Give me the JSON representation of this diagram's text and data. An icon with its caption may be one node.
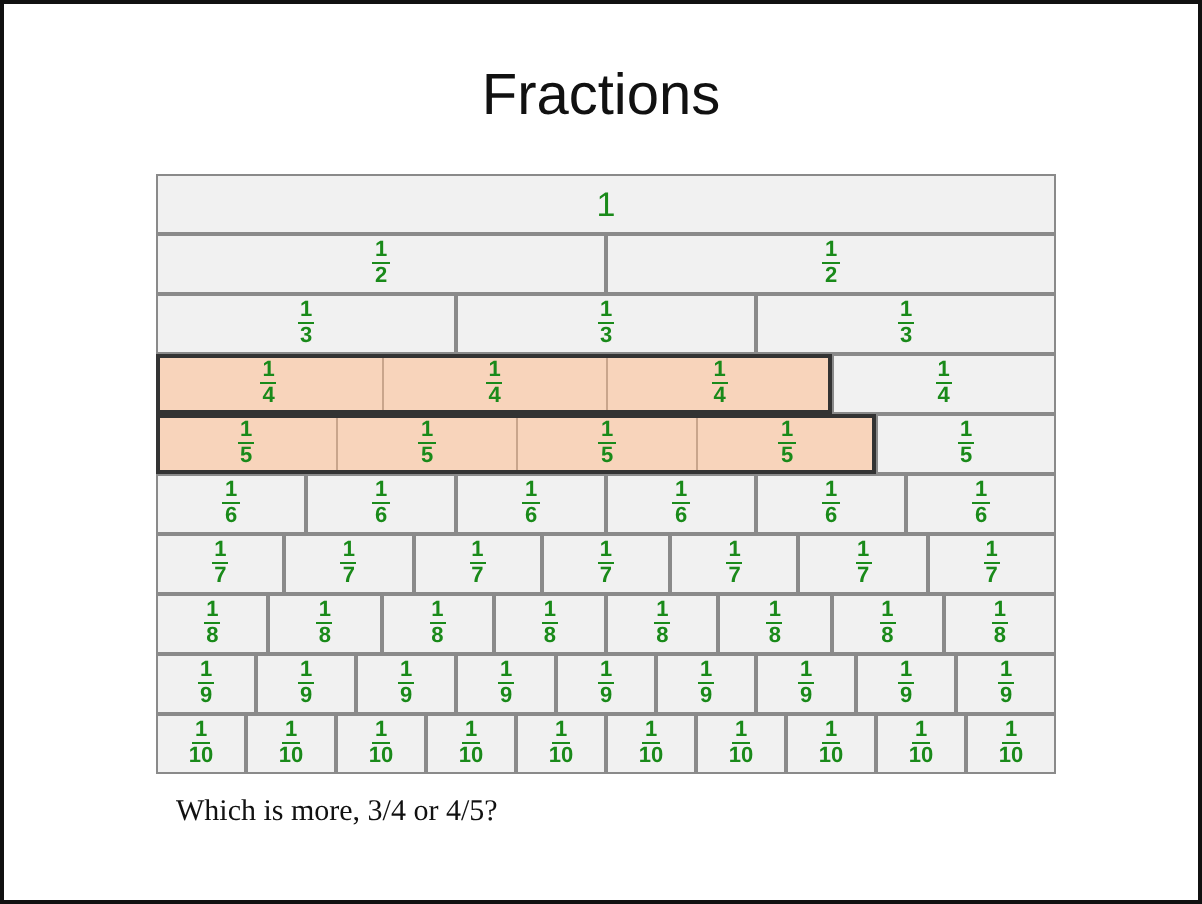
{
  "diagram": {
    "title": "Fractions",
    "nodes": [
      {
        "text": [
          "1"
        ]
      },
      {
        "text": [
          "1",
          "2"
        ]
      },
      {
        "text": [
          "1",
          "2"
        ]
      },
      {
        "text": [
          "1",
          "3"
        ]
      },
      {
        "text": [
          "1",
          "3"
        ]
      },
      {
        "text": [
          "1",
          "3"
        ]
      },
      {
        "text": [],
        "shape": "box"
      },
      {
        "text": [
          "1",
          "4"
        ],
        "in": 6
      },
      {
        "text": [
          "1",
          "4"
        ],
        "in": 6
      },
      {
        "text": [
          "1",
          "4"
        ],
        "in": 6
      },
      {
        "text": [
          "1",
          "4"
        ]
      },
      {
        "text": [],
        "shape": "box"
      },
      {
        "text": [
          "1",
          "5"
        ],
        "in": 11
      },
      {
        "text": [
          "1",
          "5"
        ],
        "in": 11
      },
      {
        "text": [
          "1",
          "5"
        ],
        "in": 11
      },
      {
        "text": [
          "1",
          "5"
        ],
        "in": 11
      },
      {
        "text": [
          "1",
          "5"
        ]
      },
      {
        "text": [
          "1",
          "6"
        ]
      },
      {
        "text": [
          "1",
          "6"
        ]
      },
      {
        "text": [
          "1",
          "6"
        ]
      },
      {
        "text": [
          "1",
          "6"
        ]
      },
      {
        "text": [
          "1",
          "6"
        ]
      },
      {
        "text": [
          "1",
          "6"
        ]
      },
      {
        "text": [
          "1",
          "7"
        ]
      },
      {
        "text": [
          "1",
          "7"
        ]
      },
      {
        "text": [
          "1",
          "7"
        ]
      },
      {
        "text": [
          "1",
          "7"
        ]
      },
      {
        "text": [
          "1",
          "7"
        ]
      },
      {
        "text": [
          "1",
          "7"
        ]
      },
      {
        "text": [
          "1",
          "7"
        ]
      },
      {
        "text": [
          "1",
          "8"
        ]
      },
      {
        "text": [
          "1",
          "8"
        ]
      },
      {
        "text": [
          "1",
          "8"
        ]
      },
      {
        "text": [
          "1",
          "8"
        ]
      },
      {
        "text": [
          "1",
          "8"
        ]
      },
      {
        "text": [
          "1",
          "8"
        ]
      },
      {
        "text": [
          "1",
          "8"
        ]
      },
      {
        "text": [
          "1",
          "8"
        ]
      },
      {
        "text": [
          "1",
          "9"
        ]
      },
      {
        "text": [
          "1",
          "9"
        ]
      },
      {
        "text": [
          "1",
          "9"
        ]
      },
      {
        "text": [
          "1",
          "9"
        ]
      },
      {
        "text": [
          "1",
          "9"
        ]
      },
      {
        "text": [
          "1",
          "9"
        ]
      },
      {
        "text": [
          "1",
          "9"
        ]
      },
      {
        "text": [
          "1",
          "9"
        ]
      },
      {
        "text": [
          "1",
          "9"
        ]
      },
      {
        "text": [
          "1",
          "10"
        ]
      },
      {
        "text": [
          "1",
          "10"
        ]
      },
      {
        "text": [
          "1",
          "10"
        ]
      },
      {
        "text": [
          "1",
          "10"
        ]
      },
      {
        "text": [
          "1",
          "10"
        ]
      },
      {
        "text": [
          "1",
          "10"
        ]
      },
      {
        "text": [
          "1",
          "10"
        ]
      },
      {
        "text": [
          "1",
          "10"
        ]
      },
      {
        "text": [
          "1",
          "10"
        ]
      },
      {
        "text": [
          "1",
          "10"
        ]
      }
    ],
    "labels": [
      "Which is more, 3/4 or 4/5?"
    ]
  }
}
